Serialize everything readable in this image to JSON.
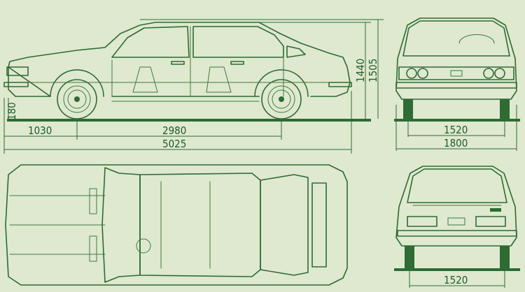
{
  "dimensions": {
    "front_overhang": "1030",
    "wheelbase": "2980",
    "overall_length": "5025",
    "ground_clearance": "180",
    "height_1": "1440",
    "height_2": "1505",
    "front_track": "1520",
    "overall_width": "1800",
    "rear_track": "1520"
  },
  "colors": {
    "ink": "#2e6b35",
    "paper": "#dfe9cf"
  }
}
